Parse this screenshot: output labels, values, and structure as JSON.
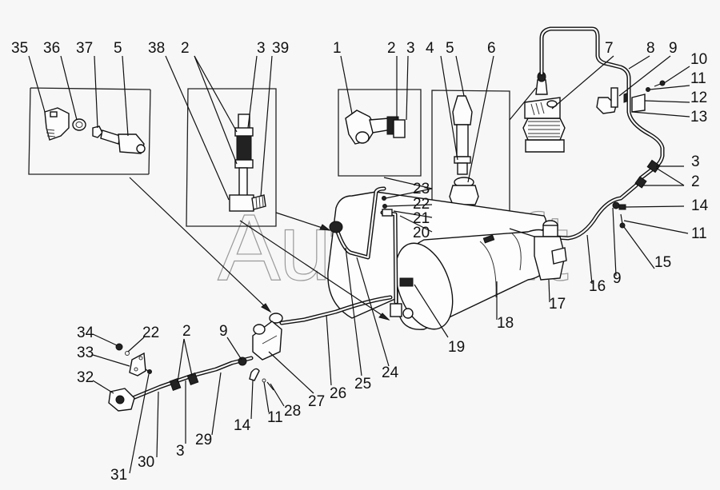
{
  "diagram": {
    "type": "exploded parts assembly drawing",
    "watermark": "AutoSoft",
    "callouts": [
      {
        "id": "c35",
        "text": "35"
      },
      {
        "id": "c36",
        "text": "36"
      },
      {
        "id": "c37",
        "text": "37"
      },
      {
        "id": "c5a",
        "text": "5"
      },
      {
        "id": "c38",
        "text": "38"
      },
      {
        "id": "c2a",
        "text": "2"
      },
      {
        "id": "c3a",
        "text": "3"
      },
      {
        "id": "c39",
        "text": "39"
      },
      {
        "id": "c1",
        "text": "1"
      },
      {
        "id": "c2b",
        "text": "2"
      },
      {
        "id": "c3b",
        "text": "3"
      },
      {
        "id": "c4",
        "text": "4"
      },
      {
        "id": "c5b",
        "text": "5"
      },
      {
        "id": "c6",
        "text": "6"
      },
      {
        "id": "c7",
        "text": "7"
      },
      {
        "id": "c8",
        "text": "8"
      },
      {
        "id": "c9a",
        "text": "9"
      },
      {
        "id": "c10",
        "text": "10"
      },
      {
        "id": "c11a",
        "text": "11"
      },
      {
        "id": "c12",
        "text": "12"
      },
      {
        "id": "c13",
        "text": "13"
      },
      {
        "id": "c3c",
        "text": "3"
      },
      {
        "id": "c2c",
        "text": "2"
      },
      {
        "id": "c14a",
        "text": "14"
      },
      {
        "id": "c11b",
        "text": "11"
      },
      {
        "id": "c15",
        "text": "15"
      },
      {
        "id": "c9b",
        "text": "9"
      },
      {
        "id": "c16",
        "text": "16"
      },
      {
        "id": "c17",
        "text": "17"
      },
      {
        "id": "c18",
        "text": "18"
      },
      {
        "id": "c19",
        "text": "19"
      },
      {
        "id": "c23",
        "text": "23"
      },
      {
        "id": "c22a",
        "text": "22"
      },
      {
        "id": "c21",
        "text": "21"
      },
      {
        "id": "c20",
        "text": "20"
      },
      {
        "id": "c24",
        "text": "24"
      },
      {
        "id": "c25",
        "text": "25"
      },
      {
        "id": "c26",
        "text": "26"
      },
      {
        "id": "c27",
        "text": "27"
      },
      {
        "id": "c28",
        "text": "28"
      },
      {
        "id": "c11c",
        "text": "11"
      },
      {
        "id": "c14b",
        "text": "14"
      },
      {
        "id": "c29",
        "text": "29"
      },
      {
        "id": "c3d",
        "text": "3"
      },
      {
        "id": "c30",
        "text": "30"
      },
      {
        "id": "c31",
        "text": "31"
      },
      {
        "id": "c32",
        "text": "32"
      },
      {
        "id": "c33",
        "text": "33"
      },
      {
        "id": "c34",
        "text": "34"
      },
      {
        "id": "c22b",
        "text": "22"
      },
      {
        "id": "c2d",
        "text": "2"
      },
      {
        "id": "c9c",
        "text": "9"
      }
    ]
  }
}
